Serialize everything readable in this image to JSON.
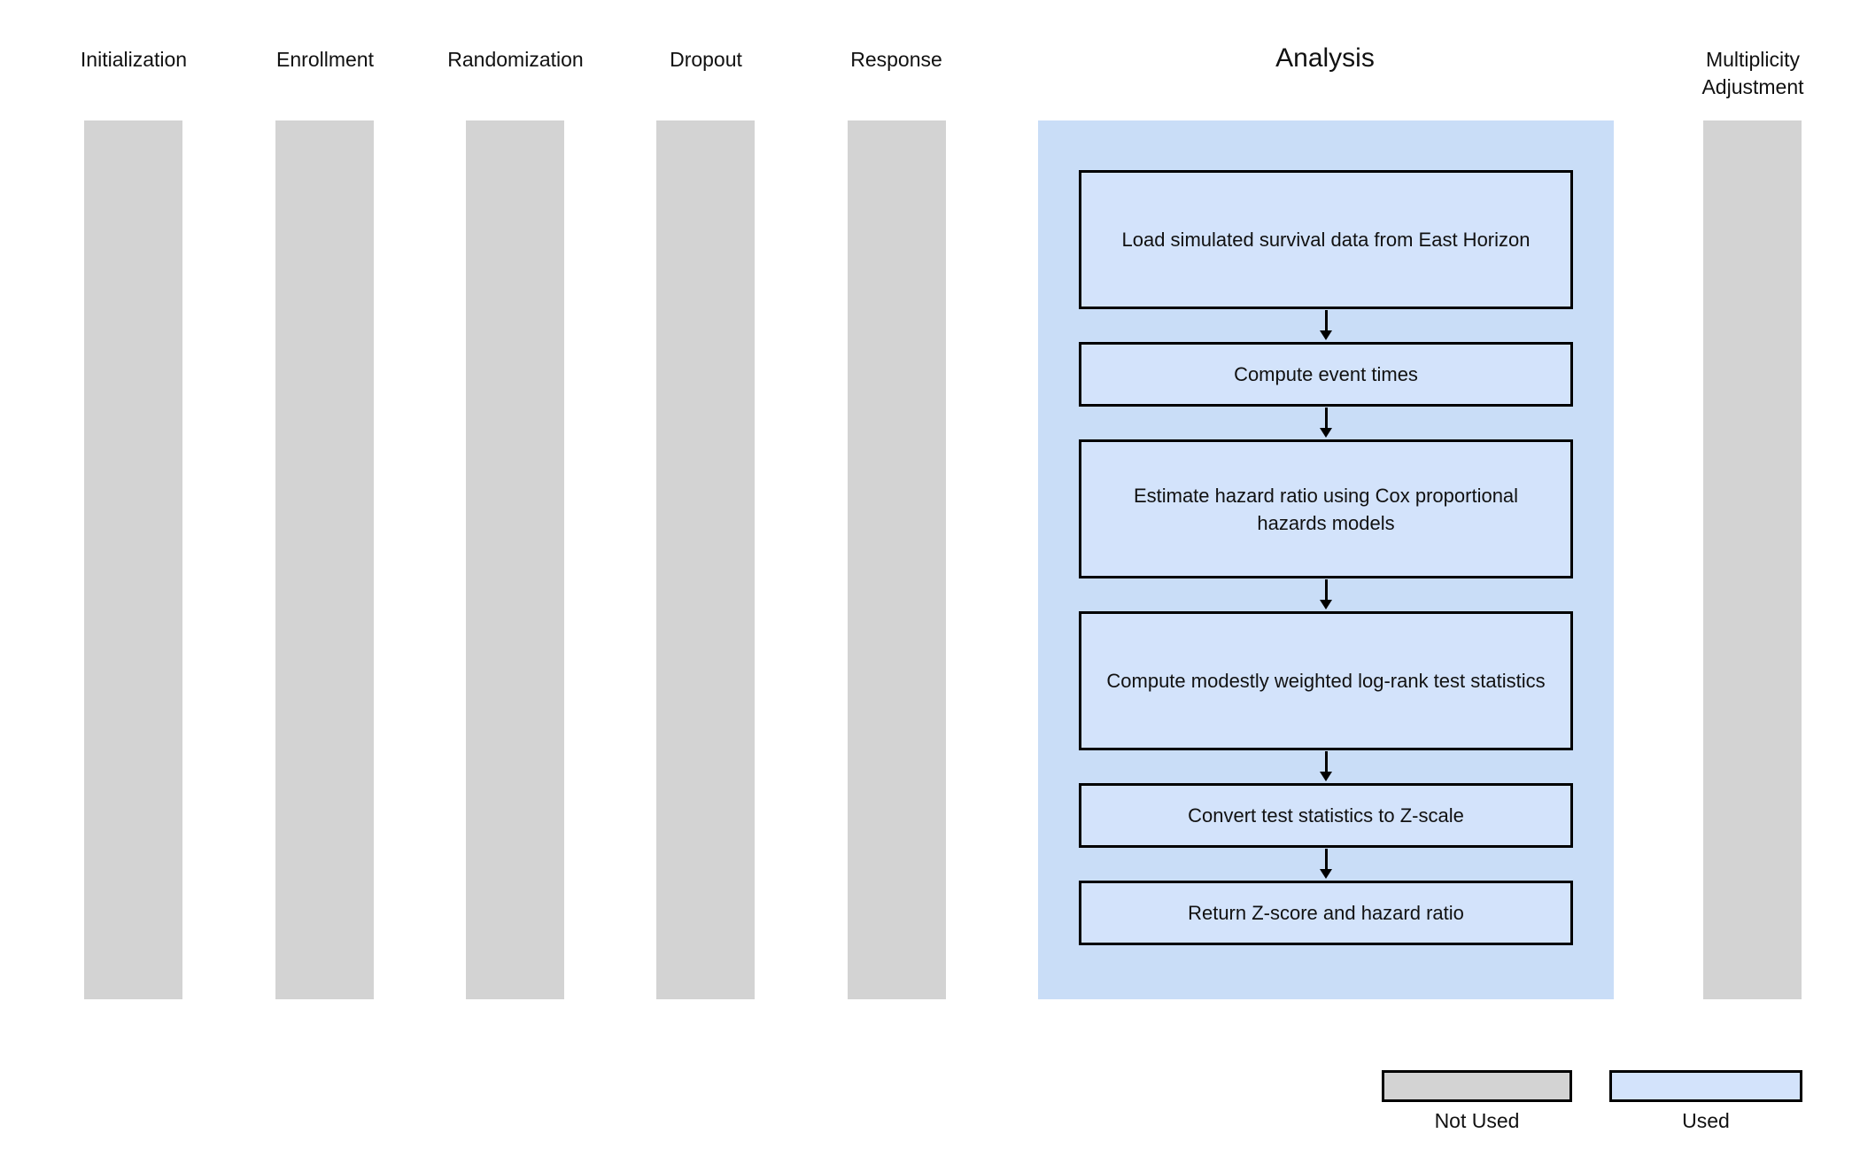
{
  "columns": [
    {
      "label": "Initialization",
      "status": "not_used"
    },
    {
      "label": "Enrollment",
      "status": "not_used"
    },
    {
      "label": "Randomization",
      "status": "not_used"
    },
    {
      "label": "Dropout",
      "status": "not_used"
    },
    {
      "label": "Response",
      "status": "not_used"
    },
    {
      "label": "Analysis",
      "status": "used"
    },
    {
      "label": "Multiplicity Adjustment",
      "status": "not_used"
    }
  ],
  "analysis": {
    "label": "Analysis",
    "steps": [
      "Load simulated survival data from East Horizon",
      "Compute event times",
      "Estimate hazard ratio using Cox proportional hazards models",
      "Compute modestly weighted log-rank test statistics",
      "Convert test statistics to Z-scale",
      "Return Z-score and hazard ratio"
    ]
  },
  "legend": {
    "not_used": "Not Used",
    "used": "Used"
  },
  "colors": {
    "not_used_gray": "#d3d3d3",
    "used_panel_blue": "#c9ddf7",
    "step_box_blue": "#d3e3fb",
    "border_black": "#000000"
  }
}
